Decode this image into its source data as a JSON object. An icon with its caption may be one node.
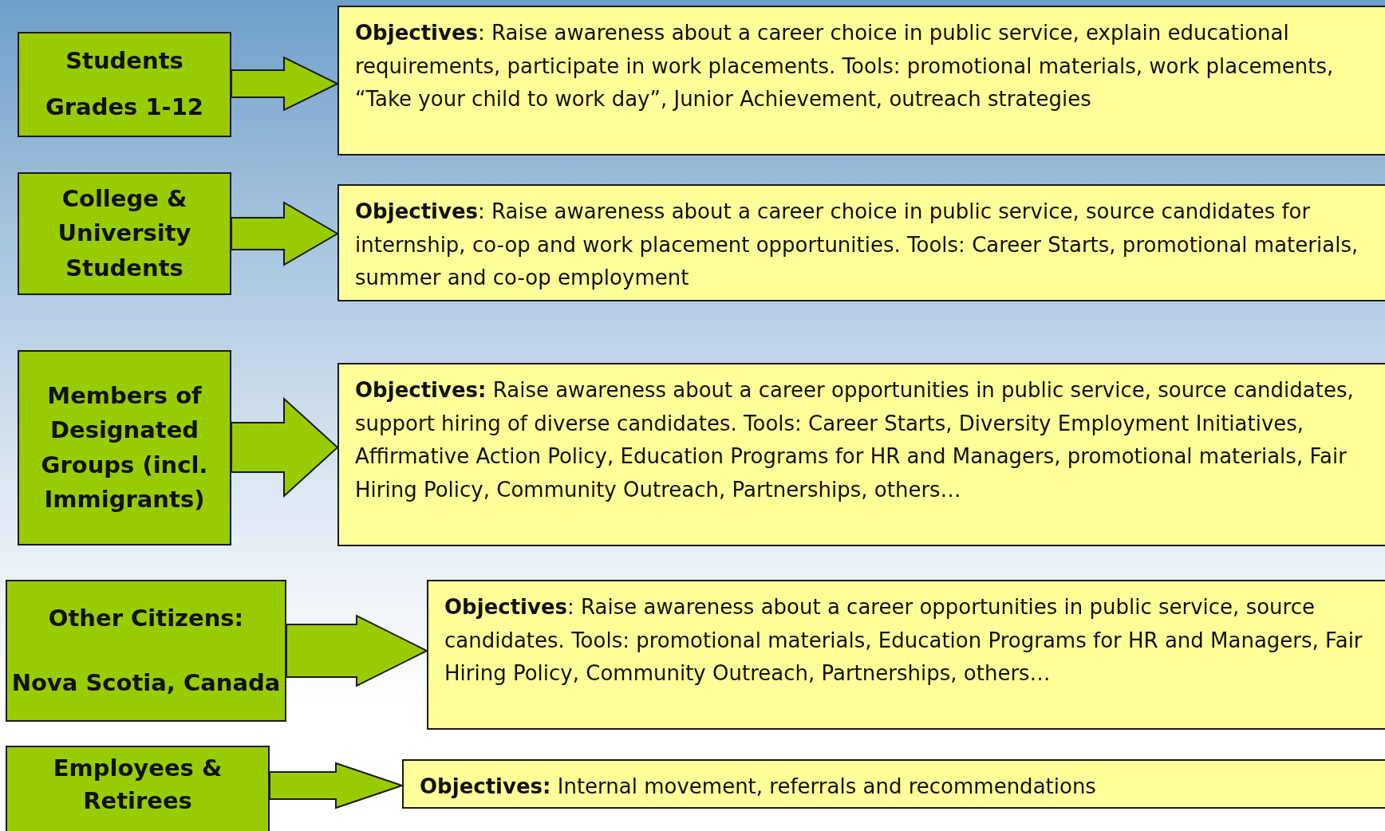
{
  "diagram": {
    "nodes": [
      {
        "text": [
          "Students",
          "Grades 1-12"
        ]
      },
      {
        "text": [
          "**Objectives**: Raise awareness about a career choice in public service, explain educational requirements, participate in work placements.  Tools: promotional materials, work placements, “Take your child to work day”, Junior Achievement, outreach strategies"
        ]
      },
      {
        "text": [
          "College & University Students"
        ]
      },
      {
        "text": [
          "**Objectives**: Raise awareness about a career choice in public service, source candidates for internship, co-op and work placement opportunities.  Tools: Career Starts, promotional materials, summer and co-op employment"
        ]
      },
      {
        "text": [
          "Members of Designated Groups (incl. Immigrants)"
        ]
      },
      {
        "text": [
          "**Objectives:** Raise awareness about a career opportunities in public service, source candidates, support hiring of diverse candidates.  Tools: Career Starts, Diversity Employment Initiatives, Affirmative Action Policy, Education Programs for HR and Managers, promotional materials, Fair Hiring Policy, Community Outreach, Partnerships, others…"
        ]
      },
      {
        "text": [
          "Other Citizens:",
          "Nova Scotia, Canada"
        ]
      },
      {
        "text": [
          "**Objectives**: Raise awareness about a career opportunities in public service, source candidates.  Tools: promotional materials, Education Programs for HR and Managers, Fair Hiring Policy, Community Outreach, Partnerships, others…"
        ]
      },
      {
        "text": [
          "Employees & Retirees"
        ]
      },
      {
        "text": [
          "**Objectives:** Internal movement, referrals and recommendations"
        ]
      }
    ],
    "edges": [
      {
        "from": 0,
        "to": 1,
        "arrow": "to"
      },
      {
        "from": 2,
        "to": 3,
        "arrow": "to"
      },
      {
        "from": 4,
        "to": 5,
        "arrow": "to"
      },
      {
        "from": 6,
        "to": 7,
        "arrow": "to"
      },
      {
        "from": 8,
        "to": 9,
        "arrow": "to"
      }
    ]
  }
}
